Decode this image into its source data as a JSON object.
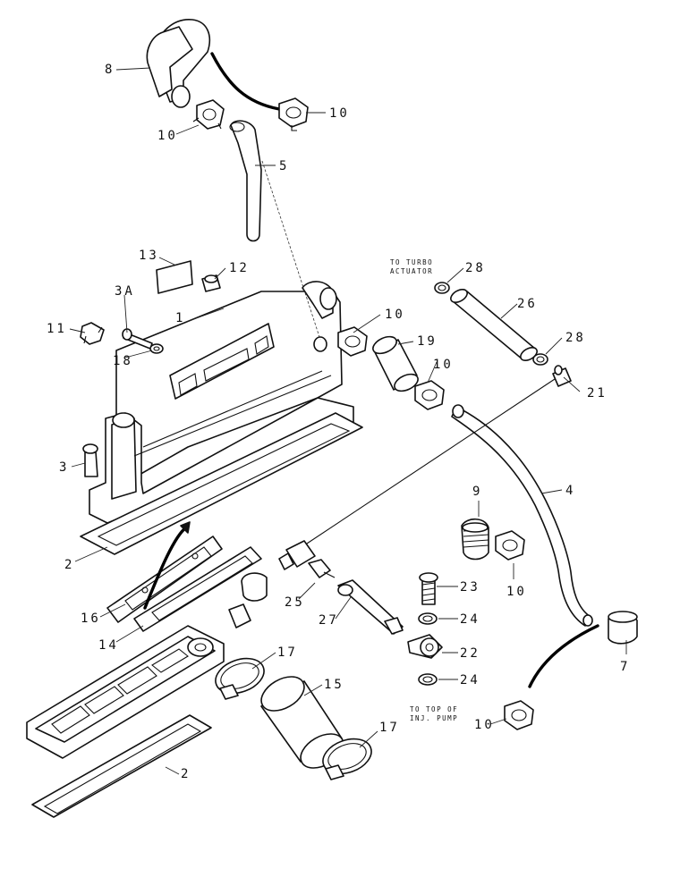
{
  "diagram": {
    "callouts": {
      "c8": "8",
      "c10a": "10",
      "c10b": "10",
      "c5": "5",
      "c13": "13",
      "c12": "12",
      "c3a": "3A",
      "c1": "1",
      "c11": "11",
      "c18": "18",
      "c10c": "10",
      "c19": "19",
      "c10d": "10",
      "c28a": "28",
      "c26": "26",
      "c28b": "28",
      "c21": "21",
      "c3": "3",
      "c4": "4",
      "c9": "9",
      "c2a": "2",
      "c16": "16",
      "c14": "14",
      "c25": "25",
      "c27": "27",
      "c23": "23",
      "c24a": "24",
      "c10e": "10",
      "c17a": "17",
      "c15": "15",
      "c22": "22",
      "c24b": "24",
      "c7": "7",
      "c17b": "17",
      "c10f": "10",
      "c2b": "2"
    },
    "notes": {
      "turbo_line1": "TO TURBO",
      "turbo_line2": "ACTUATOR",
      "pump_line1": "TO TOP OF",
      "pump_line2": "INJ. PUMP"
    }
  }
}
